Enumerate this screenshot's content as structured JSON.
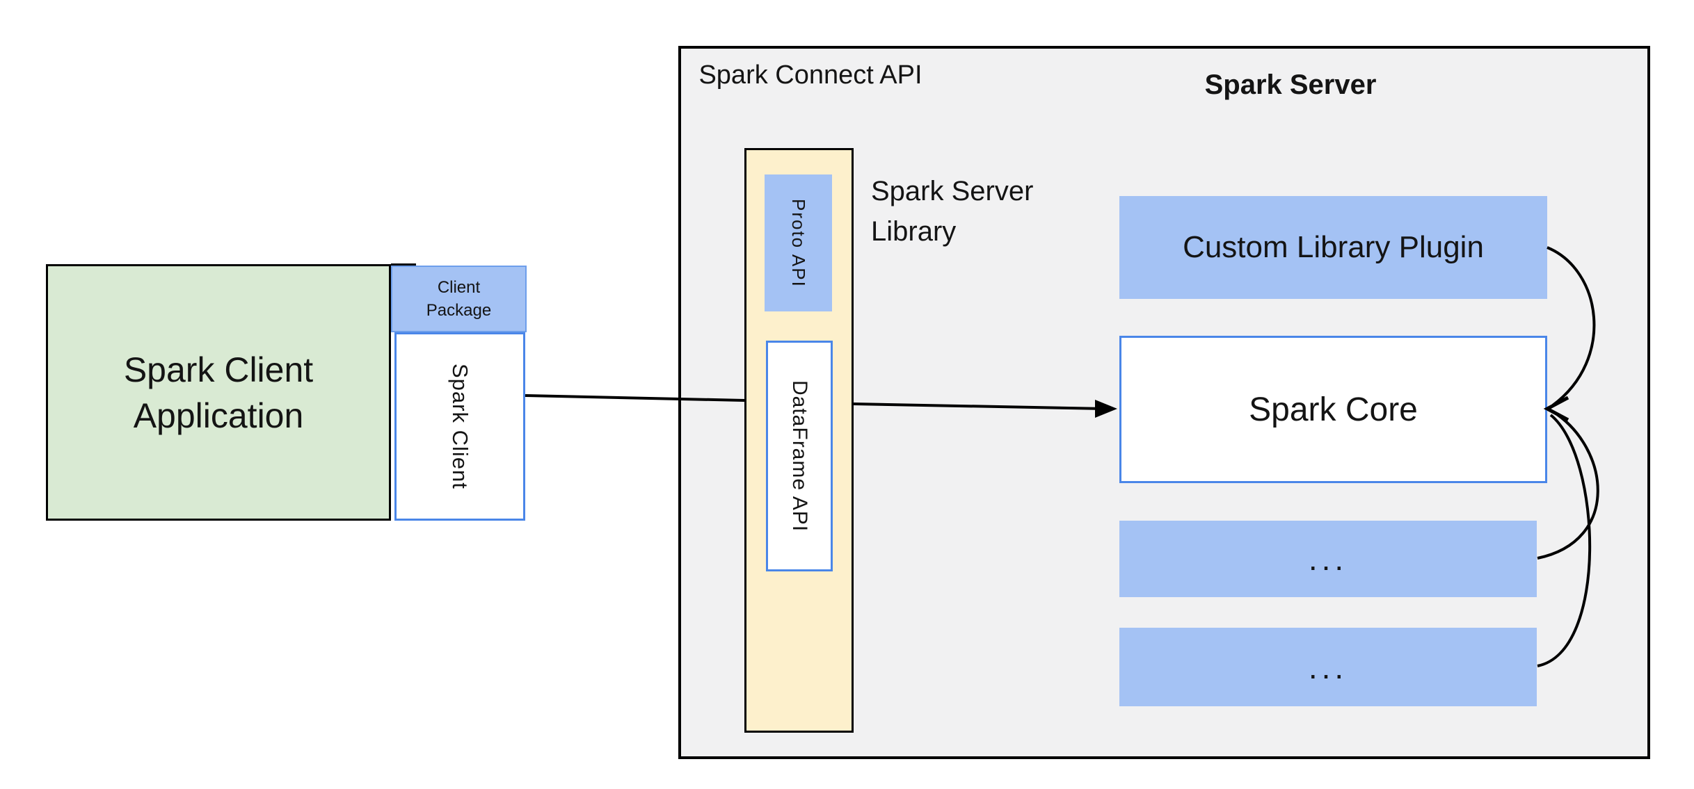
{
  "diagram": {
    "client_app": {
      "label": "Spark Client Application"
    },
    "client_package": {
      "label": "Client Package"
    },
    "spark_client": {
      "label": "Spark Client"
    },
    "connect_api": {
      "title": "Spark Connect API"
    },
    "server": {
      "title": "Spark Server"
    },
    "server_library": {
      "label": "Spark Server Library"
    },
    "proto_api": {
      "label": "Proto API"
    },
    "dataframe_api": {
      "label": "DataFrame API"
    },
    "custom_plugin": {
      "label": "Custom Library Plugin"
    },
    "spark_core": {
      "label": "Spark Core"
    },
    "ellipsis_box_1": {
      "label": "..."
    },
    "ellipsis_box_2": {
      "label": "..."
    },
    "colors": {
      "client_green_fill": "#d9ead3",
      "accent_blue_fill": "#a4c2f4",
      "accent_blue_border": "#4a86e8",
      "connect_yellow_fill": "#fdf0cc",
      "server_gray_fill": "#f1f1f2",
      "arrow_black": "#000000"
    }
  }
}
